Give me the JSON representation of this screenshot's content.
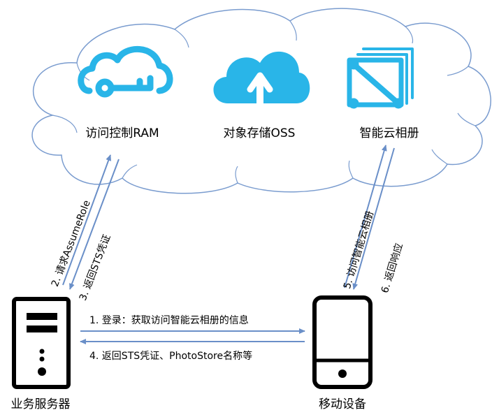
{
  "services": {
    "ram": "访问控制RAM",
    "oss": "对象存储OSS",
    "album": "智能云相册"
  },
  "devices": {
    "server": "业务服务器",
    "mobile": "移动设备"
  },
  "messages": {
    "m1": "1.  登录：获取访问智能云相册的信息",
    "m2": "2.  请求AssumeRole",
    "m3": "3.  返回STS凭证",
    "m4": "4.  返回STS凭证、PhotoStore名称等",
    "m5": "5.  访问智能云相册",
    "m6": "6.  返回响应"
  },
  "colors": {
    "cloud_outline": "#7a9ccf",
    "icon": "#29b5e8",
    "arrow": "#6a8fc8",
    "device": "#000000"
  },
  "icons": {
    "ram": "cloud-key-icon",
    "oss": "cloud-upload-icon",
    "album": "album-frame-icon",
    "server": "server-icon",
    "mobile": "mobile-phone-icon"
  }
}
